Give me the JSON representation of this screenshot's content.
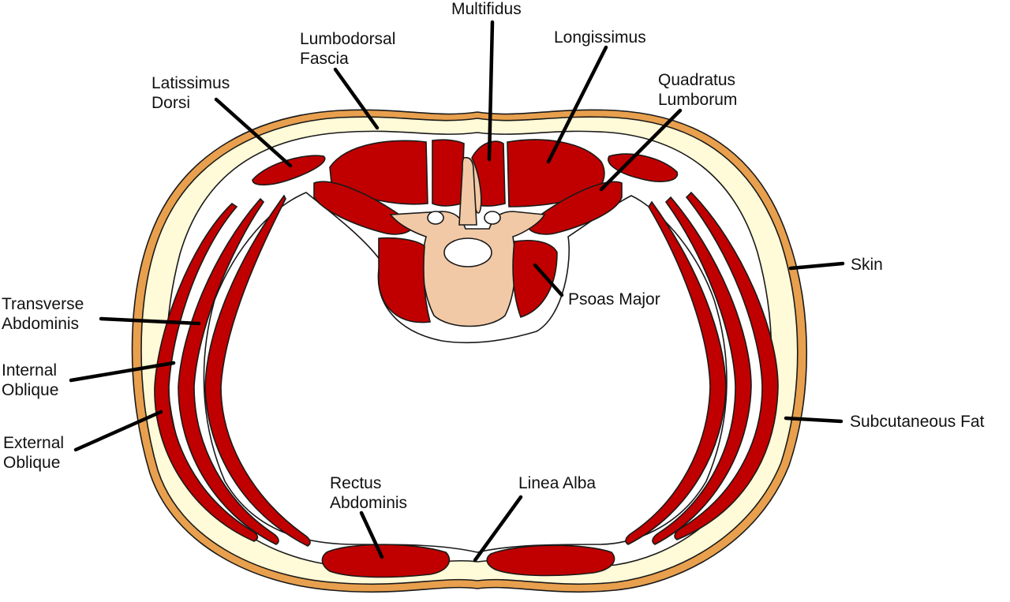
{
  "colors": {
    "skin": "#E8A04E",
    "fat": "#FFFAD7",
    "muscle": "#C00000",
    "bone": "#F2C9A6",
    "cavity": "#FFFFFF",
    "outline": "#1A1A1A"
  },
  "labels": {
    "multifidus": {
      "lines": [
        "Multifidus"
      ]
    },
    "lumbodorsal_fascia": {
      "lines": [
        "Lumbodorsal",
        "Fascia"
      ]
    },
    "longissimus": {
      "lines": [
        "Longissimus"
      ]
    },
    "latissimus_dorsi": {
      "lines": [
        "Latissimus",
        "Dorsi"
      ]
    },
    "quadratus_lumborum": {
      "lines": [
        "Quadratus",
        "Lumborum"
      ]
    },
    "skin": {
      "lines": [
        "Skin"
      ]
    },
    "psoas_major": {
      "lines": [
        "Psoas Major"
      ]
    },
    "transverse_abdominis": {
      "lines": [
        "Transverse",
        "Abdominis"
      ]
    },
    "internal_oblique": {
      "lines": [
        "Internal",
        "Oblique"
      ]
    },
    "external_oblique": {
      "lines": [
        "External",
        "Oblique"
      ]
    },
    "subcutaneous_fat": {
      "lines": [
        "Subcutaneous Fat"
      ]
    },
    "rectus_abdominis": {
      "lines": [
        "Rectus",
        "Abdominis"
      ]
    },
    "linea_alba": {
      "lines": [
        "Linea Alba"
      ]
    }
  }
}
